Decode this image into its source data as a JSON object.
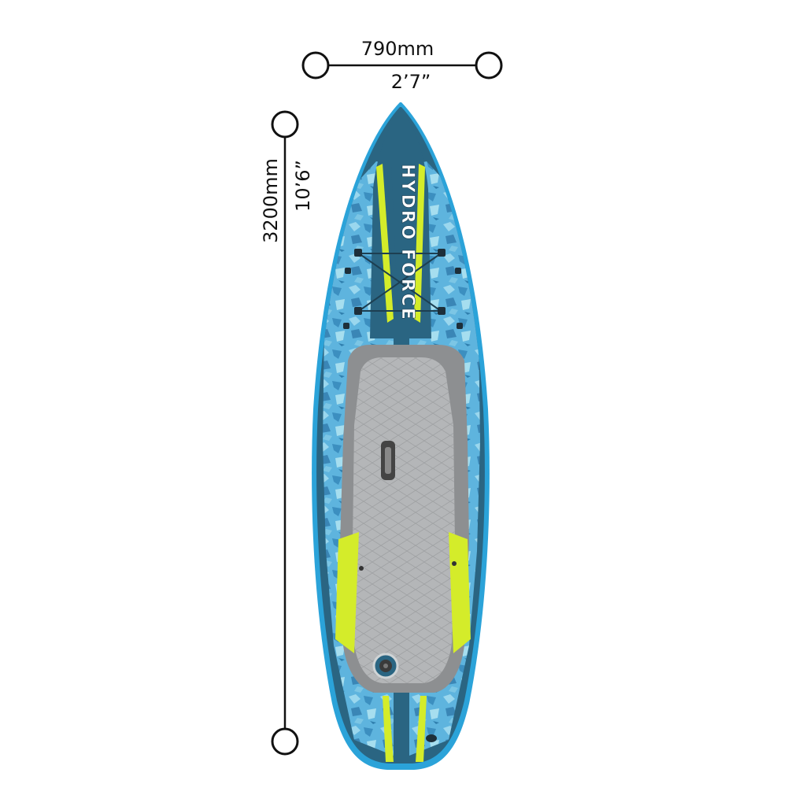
{
  "dimensions": {
    "width_mm": "790mm",
    "width_imperial": "2’7”",
    "length_mm": "3200mm",
    "length_imperial": "10’6”"
  },
  "board": {
    "brand": "HYDRO FORCE",
    "colors": {
      "rail": "#2ba3d9",
      "deck": "#2a6582",
      "stripe": "#d4ec2a",
      "camo_light": "#8fd0ea",
      "camo_dark": "#3a8fbf",
      "pad": "#b4b6b8",
      "pad_border": "#9a9c9e"
    }
  }
}
